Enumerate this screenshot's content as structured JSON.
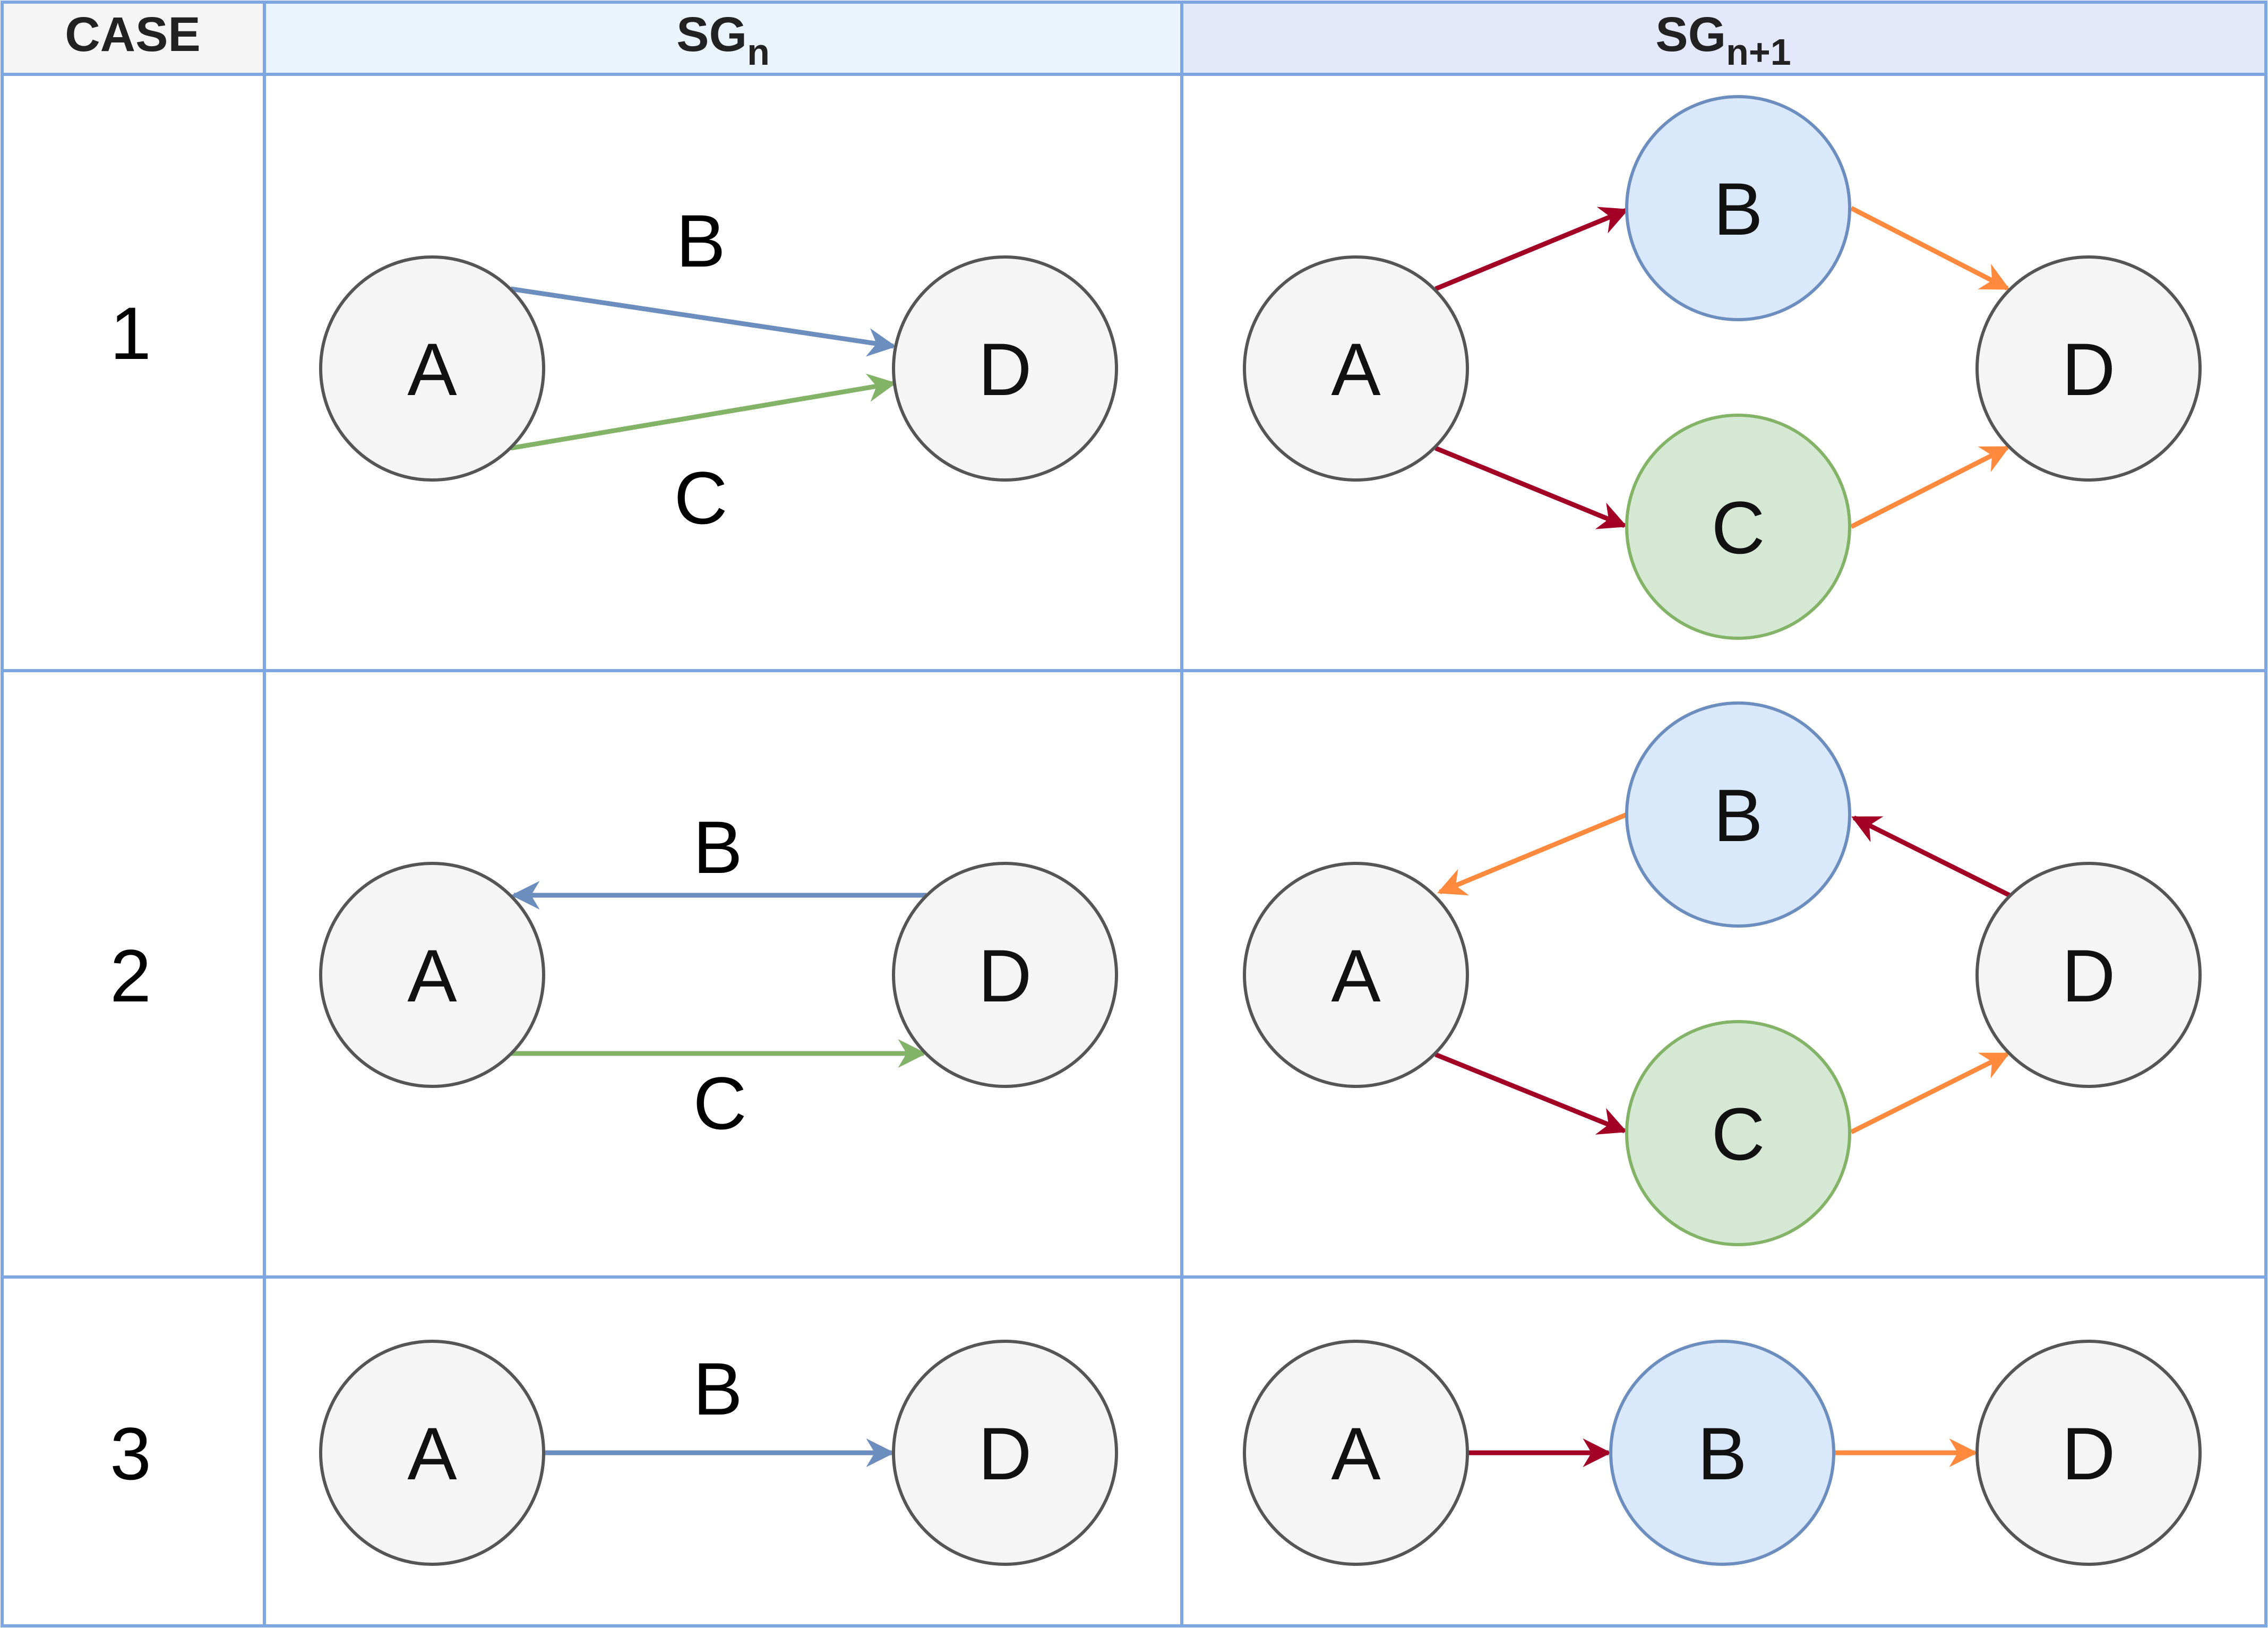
{
  "header": {
    "case": "CASE",
    "sgn": {
      "main": "SG",
      "sub": "n"
    },
    "sgn1": {
      "main": "SG",
      "sub": "n+1"
    }
  },
  "cases": [
    {
      "number": "1",
      "sgn": {
        "nodes": [
          "A",
          "D"
        ],
        "edge_labels": [
          "B",
          "C"
        ]
      },
      "sgn1": {
        "nodes": [
          "A",
          "B",
          "C",
          "D"
        ]
      }
    },
    {
      "number": "2",
      "sgn": {
        "nodes": [
          "A",
          "D"
        ],
        "edge_labels": [
          "B",
          "C"
        ]
      },
      "sgn1": {
        "nodes": [
          "A",
          "B",
          "C",
          "D"
        ]
      }
    },
    {
      "number": "3",
      "sgn": {
        "nodes": [
          "A",
          "D"
        ],
        "edge_labels": [
          "B"
        ]
      },
      "sgn1": {
        "nodes": [
          "A",
          "B",
          "D"
        ]
      }
    }
  ],
  "colors": {
    "grid": "#7EA6E0",
    "header_case_bg": "#F5F5F5",
    "header_sgn_bg": "#EAF4FC",
    "header_sgn1_bg": "#E3E8FA",
    "node_gray_fill": "#F5F5F5",
    "node_gray_stroke": "#555555",
    "node_blue_fill": "#DAE8FC",
    "node_blue_stroke": "#6C8EBF",
    "node_green_fill": "#D5E8D4",
    "node_green_stroke": "#82B366",
    "edge_blue": "#6C8EBF",
    "edge_green": "#82B366",
    "edge_crimson": "#A20025",
    "edge_orange": "#FF8A3D"
  }
}
